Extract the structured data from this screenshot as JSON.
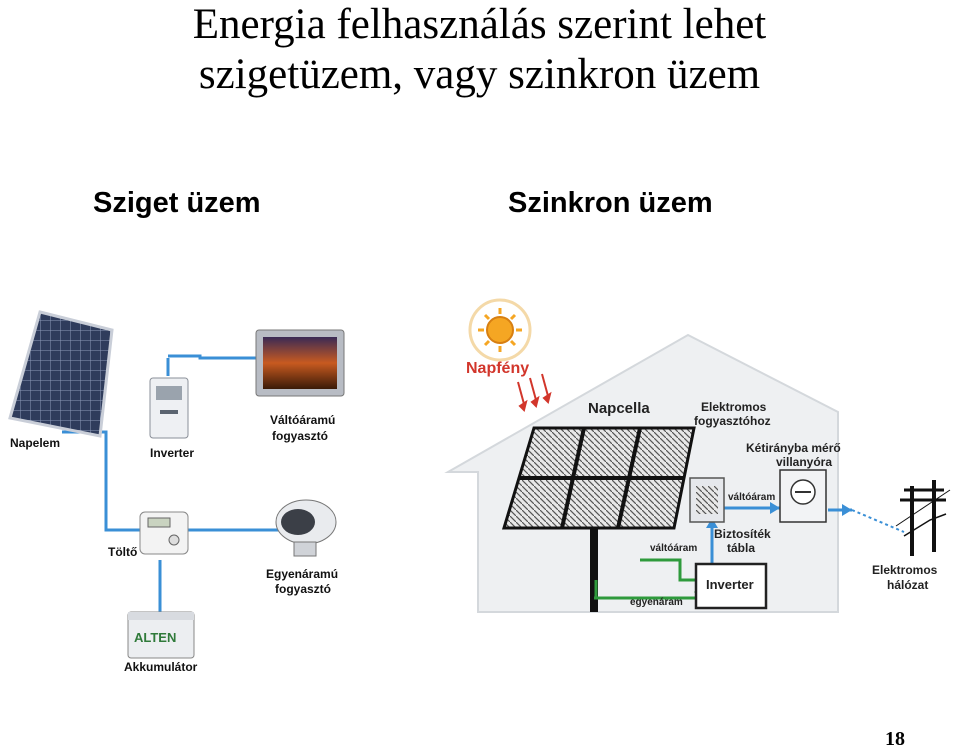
{
  "slide": {
    "title_line1": "Energia felhasználás szerint lehet",
    "title_line2": "szigetüzem, vagy szinkron üzem",
    "subtitle_left": "Sziget üzem",
    "subtitle_right": "Szinkron üzem",
    "page_number": "18"
  },
  "island_diagram": {
    "napelem": "Napelem",
    "inverter": "Inverter",
    "ac_consumer_1": "Váltóáramú",
    "ac_consumer_2": "fogyasztó",
    "charger": "Töltő",
    "dc_consumer_1": "Egyenáramú",
    "dc_consumer_2": "fogyasztó",
    "battery": "Akkumulátor",
    "battery_brand": "ALTEN"
  },
  "grid_diagram": {
    "sunlight": "Napfény",
    "panel": "Napcella",
    "consumers_1": "Elektromos",
    "consumers_2": "fogyasztóhoz",
    "meter_1": "Kétirányba mérő",
    "meter_2": "villanyóra",
    "ac_top": "váltóáram",
    "fuse_1": "Biztosíték",
    "fuse_2": "tábla",
    "ac_left": "váltóáram",
    "inverter": "Inverter",
    "dc": "egyenáram",
    "grid_1": "Elektromos",
    "grid_2": "hálózat"
  },
  "colors": {
    "wire_blue": "#3a8fd6",
    "wire_green": "#2e9a3c",
    "sun": "#f5a623",
    "sunlight_text": "#d2362b"
  }
}
